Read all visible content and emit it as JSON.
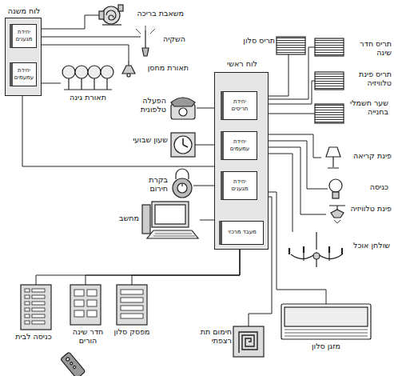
{
  "diagram": {
    "nodes": [
      {
        "text": [
          "לוח משנה"
        ]
      },
      {
        "text": [
          "יחידת מגענים"
        ],
        "in": 0
      },
      {
        "text": [
          "יחידת עמעמים"
        ],
        "in": 0
      },
      {
        "text": [
          "משאבת בריכה"
        ]
      },
      {
        "text": [
          "השקיה"
        ]
      },
      {
        "text": [
          "תאורת מחסן"
        ]
      },
      {
        "text": [
          "תאורת גינה"
        ]
      },
      {
        "text": [
          "לוח ראשי"
        ]
      },
      {
        "text": [
          "יחידת תריסים"
        ],
        "in": 7
      },
      {
        "text": [
          "יחידת עמעמים"
        ],
        "in": 7
      },
      {
        "text": [
          "יחידת מגענים"
        ],
        "in": 7
      },
      {
        "text": [
          "מעבד מרכזי"
        ],
        "in": 7
      },
      {
        "text": [
          "הפעלה טלפונית"
        ]
      },
      {
        "text": [
          "שעון שבועי"
        ]
      },
      {
        "text": [
          "בקרת חירום"
        ]
      },
      {
        "text": [
          "מחשב"
        ]
      },
      {
        "text": [
          "תריס סלון"
        ]
      },
      {
        "text": [
          "תריס חדר שינה"
        ]
      },
      {
        "text": [
          "תריס פינת טלוויזיה"
        ]
      },
      {
        "text": [
          "שער חשמלי בחנייה"
        ]
      },
      {
        "text": [
          "פינת קריאה"
        ]
      },
      {
        "text": [
          "כניסה"
        ]
      },
      {
        "text": [
          "פינת טלוויזיה"
        ]
      },
      {
        "text": [
          "שולחן אוכל"
        ]
      },
      {
        "text": [
          "כניסה לבית"
        ]
      },
      {
        "text": [
          "חדר שינה הורים"
        ]
      },
      {
        "text": [
          "מפסק סלון"
        ]
      },
      {
        "text": [
          "חימום תת רצפתי"
        ]
      },
      {
        "text": [
          "מזגן סלון"
        ]
      }
    ],
    "edges": [
      {
        "from": 1,
        "to": 3,
        "arrow": "none"
      },
      {
        "from": 1,
        "to": 4,
        "arrow": "none"
      },
      {
        "from": 1,
        "to": 5,
        "arrow": "none"
      },
      {
        "from": 2,
        "to": 6,
        "arrow": "none"
      },
      {
        "from": 0,
        "to": 7,
        "arrow": "none"
      },
      {
        "from": 12,
        "to": 7,
        "arrow": "none"
      },
      {
        "from": 13,
        "to": 7,
        "arrow": "none"
      },
      {
        "from": 14,
        "to": 7,
        "arrow": "none"
      },
      {
        "from": 15,
        "to": 7,
        "arrow": "none"
      },
      {
        "from": 8,
        "to": 16,
        "arrow": "none"
      },
      {
        "from": 8,
        "to": 17,
        "arrow": "none"
      },
      {
        "from": 8,
        "to": 18,
        "arrow": "none"
      },
      {
        "from": 8,
        "to": 19,
        "arrow": "none"
      },
      {
        "from": 9,
        "to": 20,
        "arrow": "none"
      },
      {
        "from": 9,
        "to": 21,
        "arrow": "none"
      },
      {
        "from": 9,
        "to": 22,
        "arrow": "none"
      },
      {
        "from": 9,
        "to": 23,
        "arrow": "none"
      },
      {
        "from": 10,
        "to": 28,
        "arrow": "none"
      },
      {
        "from": 10,
        "to": 27,
        "arrow": "none"
      },
      {
        "from": 24,
        "to": 7,
        "arrow": "none"
      },
      {
        "from": 25,
        "to": 7,
        "arrow": "none"
      },
      {
        "from": 26,
        "to": 7,
        "arrow": "none"
      }
    ]
  }
}
